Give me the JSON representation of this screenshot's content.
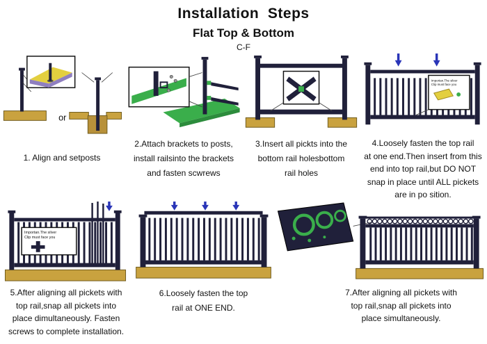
{
  "header": {
    "title": "Installation  Steps",
    "subtitle": "Flat Top & Bottom",
    "variant": "C-F"
  },
  "sign": {
    "line1": "Importan.The silver",
    "line2": "Clip must face you"
  },
  "steps": [
    {
      "id": 1,
      "caption": "1. Align and setposts",
      "or_label": "or"
    },
    {
      "id": 2,
      "caption": "2.Attach brackets to posts,\ninstall railsinto the brackets\nand fasten scwrews"
    },
    {
      "id": 3,
      "caption": "3.Insert all pickts into the\nbottom rail holesbottom\nrail holes"
    },
    {
      "id": 4,
      "caption": "4.Loosely fasten the top rail\nat one end.Then insert from this\nend into top rail,but DO NOT\nsnap in place until ALL pickets\nare in po sition."
    },
    {
      "id": 5,
      "caption": "5.After aligning all pickets with\ntop rail,snap all pickets into\nplace dimultaneously. Fasten\nscrews to complete installation."
    },
    {
      "id": 6,
      "caption": "6.Loosely fasten the top\nrail at ONE END."
    },
    {
      "id": 7,
      "caption": "7.After aligning all pickets with\ntop rail,snap all pickets into\nplace simultaneously."
    }
  ],
  "colors": {
    "base_tan": "#c9a23f",
    "fence_dark": "#20203a",
    "accent_green": "#3aae4b",
    "arrow_blue": "#2a35b8",
    "inset_purple": "#8f7fc0",
    "inset_yellow": "#e3cf3f"
  }
}
